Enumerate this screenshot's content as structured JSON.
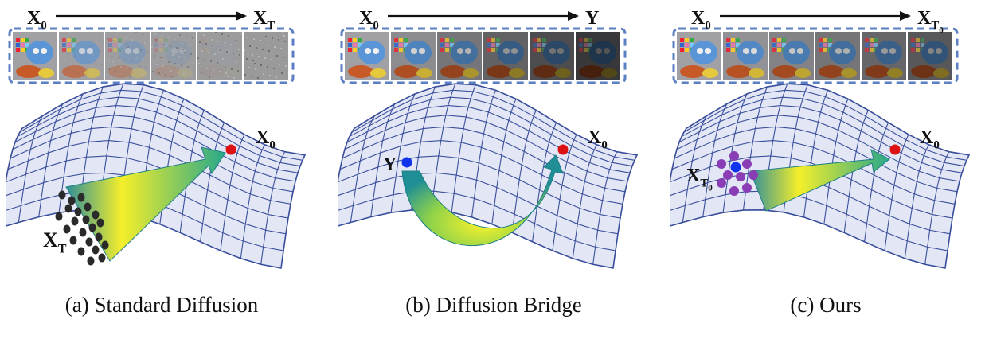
{
  "figure": {
    "accent": "#5b7fc2",
    "surface_fill": "#e3e7f5",
    "surface_line": "#3a4f9c",
    "target_dot": "#dd1111",
    "bridge_dot": "#1133ee",
    "noise_dot": "#2a2a2a",
    "cluster_dot": "#8a3db5",
    "frames_per_strip": 6
  },
  "panels": [
    {
      "id": "a",
      "caption": "(a) Standard Diffusion",
      "strip_left": "X",
      "strip_left_sub": "0",
      "strip_right": "X",
      "strip_right_sub": "T",
      "strip_right_subsub": "",
      "end_label": "X",
      "end_label_sub": "0",
      "start_label": "X",
      "start_label_sub": "T",
      "start_label_subsub": "",
      "strip_style": "noising",
      "arrow_style": "straight",
      "start_style": "noise-cloud"
    },
    {
      "id": "b",
      "caption": "(b) Diffusion Bridge",
      "strip_left": "X",
      "strip_left_sub": "0",
      "strip_right": "Y",
      "strip_right_sub": "",
      "strip_right_subsub": "",
      "end_label": "X",
      "end_label_sub": "0",
      "start_label": "Y",
      "start_label_sub": "",
      "start_label_subsub": "",
      "strip_style": "darkening",
      "arrow_style": "curved",
      "start_style": "single-point"
    },
    {
      "id": "c",
      "caption": "(c) Ours",
      "strip_left": "X",
      "strip_left_sub": "0",
      "strip_right": "X",
      "strip_right_sub": "T",
      "strip_right_subsub": "0",
      "end_label": "X",
      "end_label_sub": "0",
      "start_label": "X",
      "start_label_sub": "T",
      "start_label_subsub": "0",
      "strip_style": "darkening-light",
      "arrow_style": "straight-short",
      "start_style": "cluster"
    }
  ]
}
